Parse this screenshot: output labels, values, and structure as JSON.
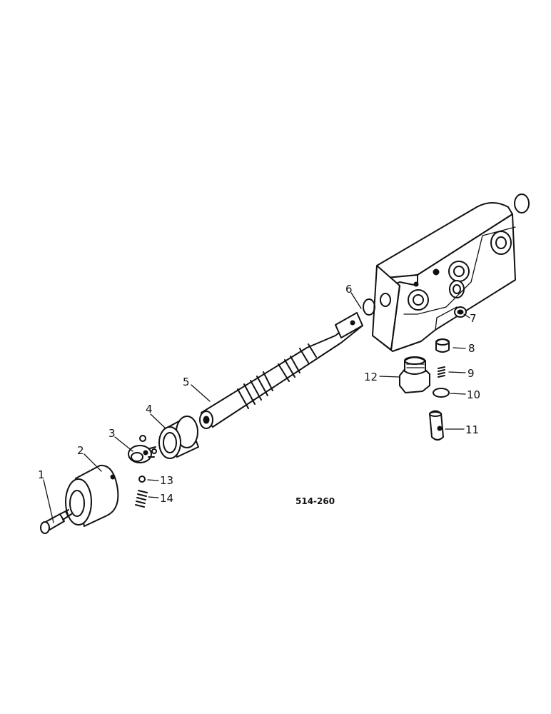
{
  "labels": {
    "p1": "1",
    "p2": "2",
    "p3": "3",
    "p4": "4",
    "p5": "5",
    "p6": "6",
    "p7": "7",
    "p8": "8",
    "p9": "9",
    "p10": "10",
    "p11": "11",
    "p12": "12",
    "p13": "13",
    "p14": "14"
  },
  "figure_code": "514-260"
}
